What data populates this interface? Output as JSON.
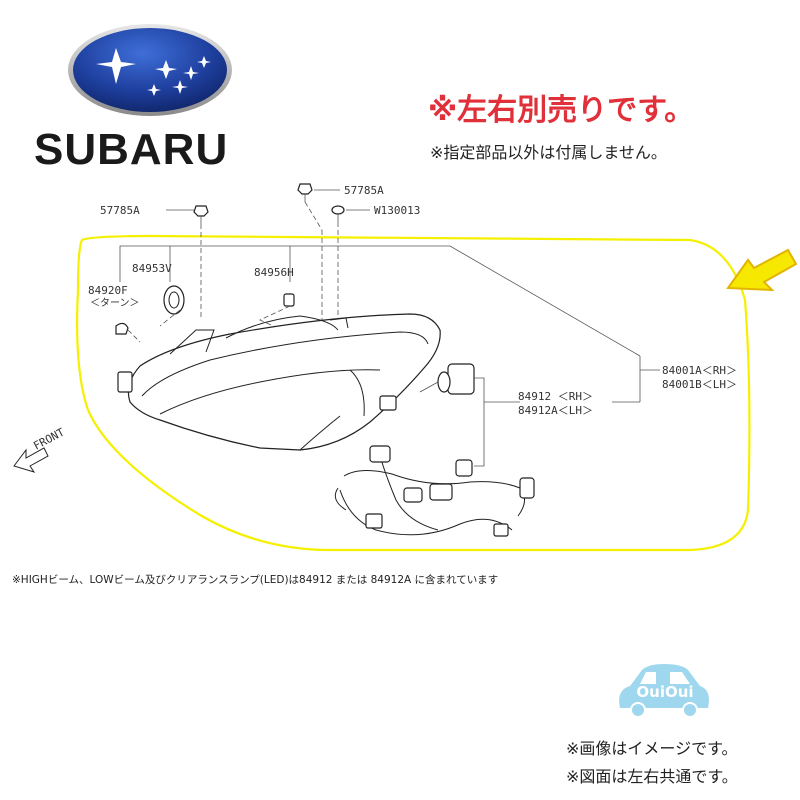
{
  "brand": {
    "name": "SUBARU",
    "logo_icon": "subaru-pleiades-logo-icon"
  },
  "notices": {
    "main": "※左右別売りです。",
    "sub": "※指定部品以外は付属しません。"
  },
  "diagram": {
    "labels": {
      "p57785a_left": "57785A",
      "p57785a_right": "57785A",
      "w130013": "W130013",
      "p84953v": "84953V",
      "p84956h": "84956H",
      "p84920f": "84920F",
      "turn": "＜ターン＞",
      "p84001a": "84001A＜RH＞",
      "p84001b": "84001B＜LH＞",
      "p84912": "84912 ＜RH＞",
      "p84912a": "84912A＜LH＞",
      "front": "FRONT"
    },
    "highlight_color": "#f5f000",
    "arrow_color": "#f5e600"
  },
  "footnote": "※HIGHビーム、LOWビーム及びクリアランスランプ(LED)は84912 または 84912A に含まれています",
  "watermark": {
    "text": "OuiOui",
    "color": "#9fd8ee"
  },
  "bottom_notes": {
    "image": "※画像はイメージです。",
    "common": "※図面は左右共通です。"
  }
}
